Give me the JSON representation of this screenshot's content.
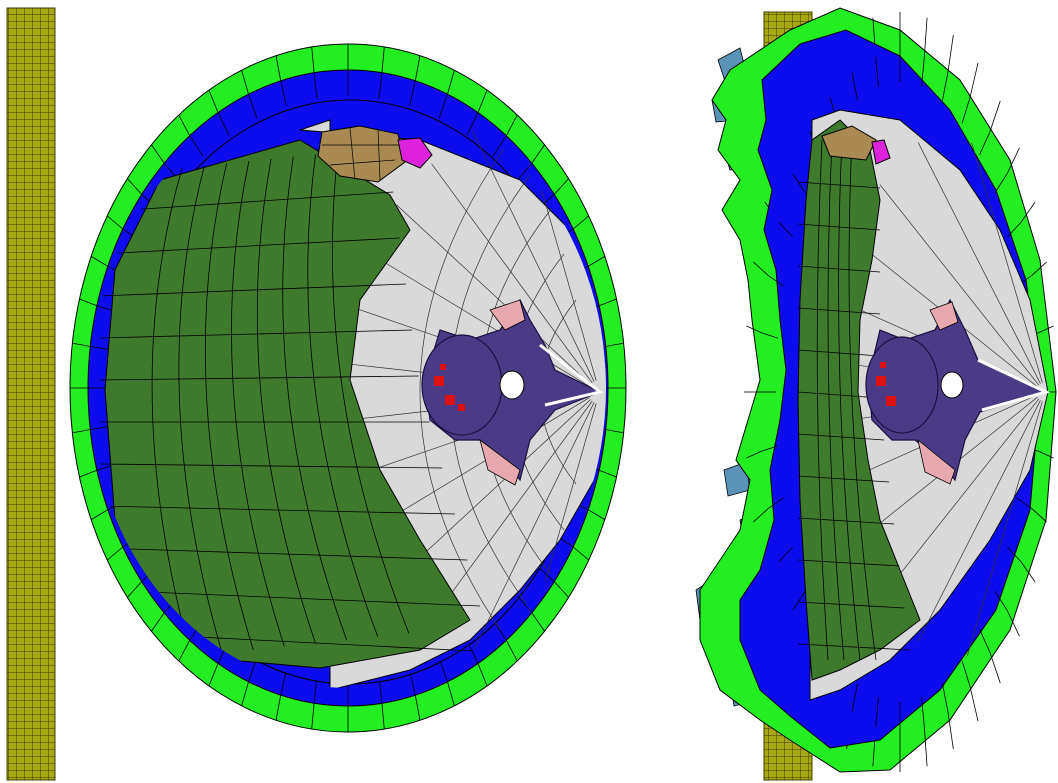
{
  "scene": {
    "description_free": true,
    "colors": {
      "background": "#ffffff",
      "barrier": "#a8a812",
      "barrier_grid": "#3c3c00",
      "outer_ring": "#22ee22",
      "inner_ring": "#0c0cee",
      "muscle": "#3d7a2c",
      "cavity": "#d9d9d9",
      "vertebra": "#4b3a86",
      "vertebra_dark": "#2e2360",
      "disc_pink": "#e8a8b0",
      "red_marker": "#dd1111",
      "tan_part": "#a88a52",
      "magenta_part": "#dd22dd",
      "debris": "#5b92b8",
      "edge": "#000000"
    },
    "panels": [
      {
        "id": "before-impact",
        "state": "undeformed"
      },
      {
        "id": "after-impact",
        "state": "deformed"
      }
    ]
  }
}
